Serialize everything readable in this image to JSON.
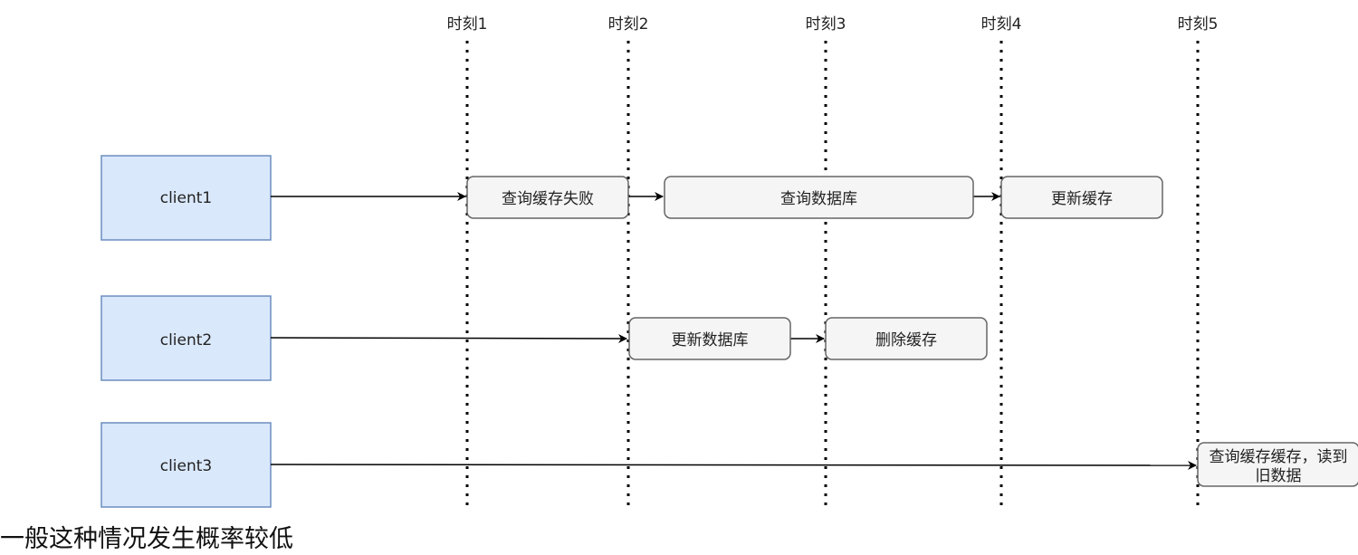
{
  "timeline_labels": [
    "时刻1",
    "时刻2",
    "时刻3",
    "时刻4",
    "时刻5"
  ],
  "clients": [
    "client1",
    "client2",
    "client3"
  ],
  "steps": {
    "client1": [
      "查询缓存失败",
      "查询数据库",
      "更新缓存"
    ],
    "client2": [
      "更新数据库",
      "删除缓存"
    ],
    "client3": [
      "查询缓存缓存，读到",
      "旧数据"
    ]
  },
  "caption": "一般这种情况发生概率较低",
  "colors": {
    "client_fill": "#dae8fc",
    "client_stroke": "#6c8ebf",
    "step_fill": "#f5f5f5",
    "step_stroke": "#666666",
    "line": "#000000"
  }
}
